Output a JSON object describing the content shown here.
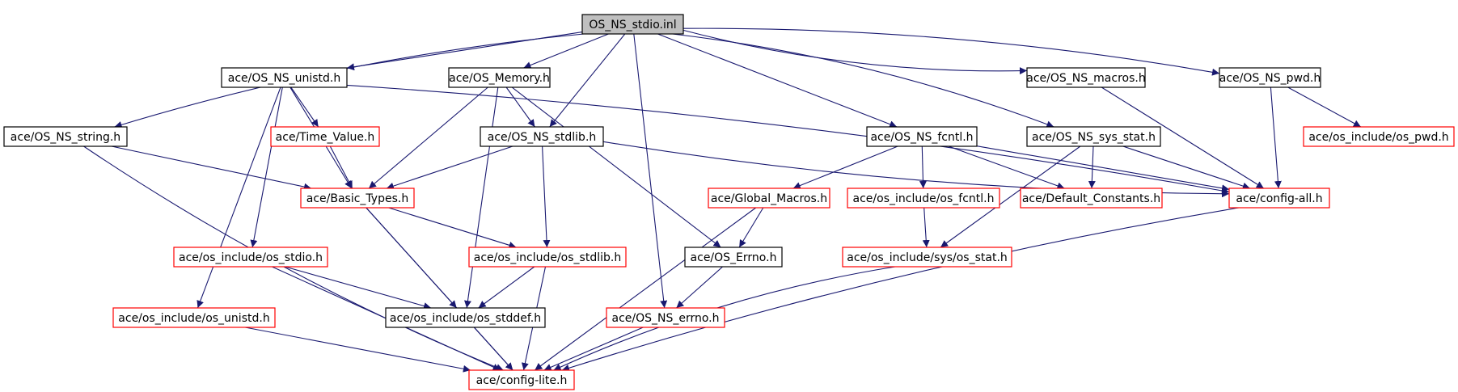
{
  "graph": {
    "colors": {
      "edge": "#191970",
      "arrowhead": "#191970",
      "root_fill": "#bfbfbf",
      "root_border": "#000000",
      "plain_border": "#000000",
      "incomplete_border": "#ff0000",
      "background": "#ffffff"
    },
    "nodes": [
      {
        "id": "n_root",
        "label": "OS_NS_stdio.inl",
        "style": "root"
      },
      {
        "id": "n_unistd",
        "label": "ace/OS_NS_unistd.h",
        "style": "plain"
      },
      {
        "id": "n_memory",
        "label": "ace/OS_Memory.h",
        "style": "plain"
      },
      {
        "id": "n_macros",
        "label": "ace/OS_NS_macros.h",
        "style": "plain"
      },
      {
        "id": "n_pwd",
        "label": "ace/OS_NS_pwd.h",
        "style": "plain"
      },
      {
        "id": "n_string",
        "label": "ace/OS_NS_string.h",
        "style": "plain"
      },
      {
        "id": "n_timevalue",
        "label": "ace/Time_Value.h",
        "style": "incomplete"
      },
      {
        "id": "n_stdlib",
        "label": "ace/OS_NS_stdlib.h",
        "style": "plain"
      },
      {
        "id": "n_fcntl",
        "label": "ace/OS_NS_fcntl.h",
        "style": "plain"
      },
      {
        "id": "n_sysstat",
        "label": "ace/OS_NS_sys_stat.h",
        "style": "plain"
      },
      {
        "id": "n_os_pwd",
        "label": "ace/os_include/os_pwd.h",
        "style": "incomplete"
      },
      {
        "id": "n_basic",
        "label": "ace/Basic_Types.h",
        "style": "incomplete"
      },
      {
        "id": "n_global",
        "label": "ace/Global_Macros.h",
        "style": "incomplete"
      },
      {
        "id": "n_os_fcntl",
        "label": "ace/os_include/os_fcntl.h",
        "style": "incomplete"
      },
      {
        "id": "n_default",
        "label": "ace/Default_Constants.h",
        "style": "incomplete"
      },
      {
        "id": "n_configall",
        "label": "ace/config-all.h",
        "style": "incomplete"
      },
      {
        "id": "n_os_stdio",
        "label": "ace/os_include/os_stdio.h",
        "style": "incomplete"
      },
      {
        "id": "n_os_stdlib",
        "label": "ace/os_include/os_stdlib.h",
        "style": "incomplete"
      },
      {
        "id": "n_errno_os",
        "label": "ace/OS_Errno.h",
        "style": "plain"
      },
      {
        "id": "n_os_sysstat",
        "label": "ace/os_include/sys/os_stat.h",
        "style": "incomplete"
      },
      {
        "id": "n_os_unistd",
        "label": "ace/os_include/os_unistd.h",
        "style": "incomplete"
      },
      {
        "id": "n_os_stddef",
        "label": "ace/os_include/os_stddef.h",
        "style": "plain"
      },
      {
        "id": "n_ns_errno",
        "label": "ace/OS_NS_errno.h",
        "style": "incomplete"
      },
      {
        "id": "n_configlite",
        "label": "ace/config-lite.h",
        "style": "incomplete"
      }
    ],
    "edges": [
      {
        "from": "n_root",
        "to": "n_unistd"
      },
      {
        "from": "n_root",
        "to": "n_memory"
      },
      {
        "from": "n_root",
        "to": "n_macros"
      },
      {
        "from": "n_root",
        "to": "n_pwd"
      },
      {
        "from": "n_root",
        "to": "n_string"
      },
      {
        "from": "n_root",
        "to": "n_stdlib"
      },
      {
        "from": "n_root",
        "to": "n_fcntl"
      },
      {
        "from": "n_root",
        "to": "n_sysstat"
      },
      {
        "from": "n_root",
        "to": "n_ns_errno"
      },
      {
        "from": "n_unistd",
        "to": "n_timevalue"
      },
      {
        "from": "n_unistd",
        "to": "n_basic"
      },
      {
        "from": "n_unistd",
        "to": "n_os_stdio"
      },
      {
        "from": "n_unistd",
        "to": "n_os_unistd"
      },
      {
        "from": "n_unistd",
        "to": "n_configall"
      },
      {
        "from": "n_memory",
        "to": "n_stdlib"
      },
      {
        "from": "n_memory",
        "to": "n_basic"
      },
      {
        "from": "n_memory",
        "to": "n_errno_os"
      },
      {
        "from": "n_memory",
        "to": "n_os_stddef"
      },
      {
        "from": "n_macros",
        "to": "n_configall"
      },
      {
        "from": "n_pwd",
        "to": "n_configall"
      },
      {
        "from": "n_pwd",
        "to": "n_os_pwd"
      },
      {
        "from": "n_string",
        "to": "n_basic"
      },
      {
        "from": "n_string",
        "to": "n_configlite"
      },
      {
        "from": "n_timevalue",
        "to": "n_basic"
      },
      {
        "from": "n_stdlib",
        "to": "n_basic"
      },
      {
        "from": "n_stdlib",
        "to": "n_os_stdlib"
      },
      {
        "from": "n_stdlib",
        "to": "n_configall"
      },
      {
        "from": "n_fcntl",
        "to": "n_global"
      },
      {
        "from": "n_fcntl",
        "to": "n_os_fcntl"
      },
      {
        "from": "n_fcntl",
        "to": "n_default"
      },
      {
        "from": "n_fcntl",
        "to": "n_configall"
      },
      {
        "from": "n_sysstat",
        "to": "n_default"
      },
      {
        "from": "n_sysstat",
        "to": "n_configall"
      },
      {
        "from": "n_sysstat",
        "to": "n_os_sysstat"
      },
      {
        "from": "n_basic",
        "to": "n_os_stdlib"
      },
      {
        "from": "n_basic",
        "to": "n_os_stddef"
      },
      {
        "from": "n_basic",
        "to": "n_configlite"
      },
      {
        "from": "n_global",
        "to": "n_errno_os"
      },
      {
        "from": "n_global",
        "to": "n_configlite"
      },
      {
        "from": "n_os_fcntl",
        "to": "n_os_sysstat"
      },
      {
        "from": "n_configall",
        "to": "n_configlite"
      },
      {
        "from": "n_os_stdio",
        "to": "n_os_stddef"
      },
      {
        "from": "n_os_stdio",
        "to": "n_configlite"
      },
      {
        "from": "n_os_stdlib",
        "to": "n_os_stddef"
      },
      {
        "from": "n_os_stdlib",
        "to": "n_configlite"
      },
      {
        "from": "n_errno_os",
        "to": "n_ns_errno"
      },
      {
        "from": "n_os_sysstat",
        "to": "n_configlite"
      },
      {
        "from": "n_os_unistd",
        "to": "n_configlite"
      },
      {
        "from": "n_os_stddef",
        "to": "n_configlite"
      },
      {
        "from": "n_ns_errno",
        "to": "n_configlite"
      }
    ]
  }
}
